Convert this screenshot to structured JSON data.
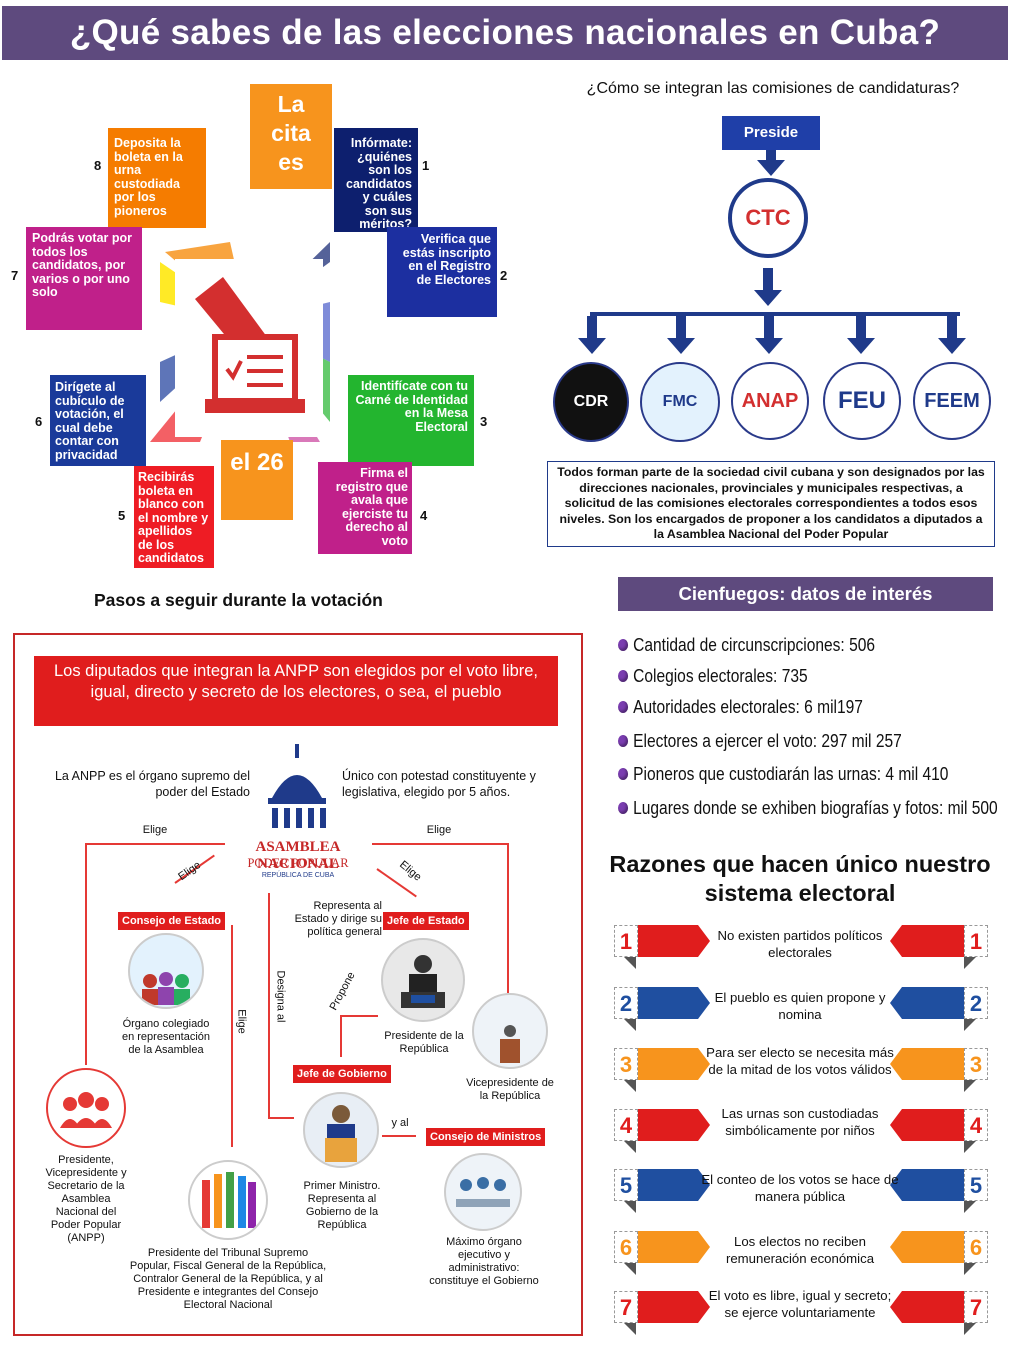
{
  "title": "¿Qué sabes de las elecciones nacionales en Cuba?",
  "voting": {
    "date_top": "La cita es",
    "date_bottom": "el 26",
    "caption": "Pasos a seguir durante la votación",
    "steps": [
      {
        "num": "1",
        "text": "Infórmate: ¿quiénes son los candidatos y cuáles son sus méritos?",
        "color": "#0d1f6e"
      },
      {
        "num": "2",
        "text": "Verifica que estás inscripto en el Registro de Electores",
        "color": "#1c2fa0"
      },
      {
        "num": "3",
        "text": "Identifícate con tu Carné de Identidad en la Mesa Electoral",
        "color": "#23b52f"
      },
      {
        "num": "4",
        "text": "Firma el registro que avala que ejerciste tu derecho al voto",
        "color": "#c0208a"
      },
      {
        "num": "5",
        "text": "Recibirás boleta en blanco con el nombre y apellidos de los candidatos",
        "color": "#ee1c24"
      },
      {
        "num": "6",
        "text": "Dirígete al cubículo de votación, el cual debe contar con privacidad",
        "color": "#1a3a9a"
      },
      {
        "num": "7",
        "text": "Podrás votar por todos los candidatos, por varios o por uno solo",
        "color": "#c0208a"
      },
      {
        "num": "8",
        "text": "Deposita la boleta en la urna custodiada por los pioneros",
        "color": "#f57c00"
      }
    ]
  },
  "commissions": {
    "question": "¿Cómo se integran las comisiones de candidaturas?",
    "preside_label": "Preside",
    "ctc_logo": "CTC",
    "organizations": [
      "CDR",
      "FMC",
      "ANAP",
      "FEU",
      "FEEM"
    ],
    "description": "Todos forman parte de la sociedad civil cubana y son designados por las direcciones nacionales, provinciales y municipales respectivas, a solicitud de las comisiones electorales correspondientes a todos esos niveles. Son los encargados de proponer a los candidatos a diputados a la Asamblea Nacional del Poder Popular"
  },
  "cienfuegos": {
    "header": "Cienfuegos: datos de interés",
    "items": [
      "Cantidad de circunscripciones: 506",
      "Colegios electorales: 735",
      "Autoridades electorales: 6 mil197",
      "Electores a ejercer el voto: 297 mil 257",
      "Pioneros que custodiarán las urnas: 4 mil 410",
      "Lugares donde se exhiben biografías y fotos: mil 500"
    ]
  },
  "reasons": {
    "title": "Razones que hacen único nuestro sistema electoral",
    "items": [
      {
        "num": "1",
        "text": "No existen partidos políticos electorales",
        "color": "#e01d1d"
      },
      {
        "num": "2",
        "text": "El pueblo es quien propone y nomina",
        "color": "#1f4fa0"
      },
      {
        "num": "3",
        "text": "Para ser electo se necesita más de la mitad de los votos válidos",
        "color": "#f7941d"
      },
      {
        "num": "4",
        "text": "Las urnas son custodiadas simbólicamente por niños",
        "color": "#e01d1d"
      },
      {
        "num": "5",
        "text": "El conteo de los votos se hace de manera pública",
        "color": "#1f4fa0"
      },
      {
        "num": "6",
        "text": "Los electos no reciben remuneración económica",
        "color": "#f7941d"
      },
      {
        "num": "7",
        "text": "El voto es libre, igual y secreto; se ejerce voluntariamente",
        "color": "#e01d1d"
      }
    ]
  },
  "anpp": {
    "banner": "Los diputados que integran la ANPP son elegidos por el voto libre, igual, directo y secreto de los electores, o sea, el pueblo",
    "left_text": "La ANPP es el órgano supremo del poder del Estado",
    "right_text": "Único con potestad constituyente y legislativa, elegido por 5 años.",
    "logo_line1": "ASAMBLEA NACIONAL",
    "logo_line2": "PODER POPULAR",
    "logo_line3": "REPÚBLICA DE CUBA",
    "elige": "Elige",
    "designa": "Designa al",
    "propone": "Propone",
    "yal": "y al",
    "consejo_estado": "Consejo de Estado",
    "consejo_estado_desc": "Órgano colegiado en representación de la Asamblea",
    "jefe_estado": "Jefe de Estado",
    "jefe_estado_note": "Representa al Estado y dirige su política general",
    "presidente": "Presidente de la República",
    "vicepresidente": "Vicepresidente de la República",
    "jefe_gobierno": "Jefe de Gobierno",
    "primer_ministro": "Primer Ministro. Representa al Gobierno de la República",
    "consejo_ministros": "Consejo de Ministros",
    "consejo_ministros_desc": "Máximo órgano ejecutivo y administrativo: constituye el Gobierno",
    "presidencia_anpp": "Presidente, Vicepresidente y Secretario de la Asamblea Nacional del Poder Popular (ANPP)",
    "otros_cargos": "Presidente del Tribunal Supremo Popular, Fiscal General de la República, Contralor General de la República, y al Presidente e integrantes del Consejo Electoral Nacional"
  }
}
